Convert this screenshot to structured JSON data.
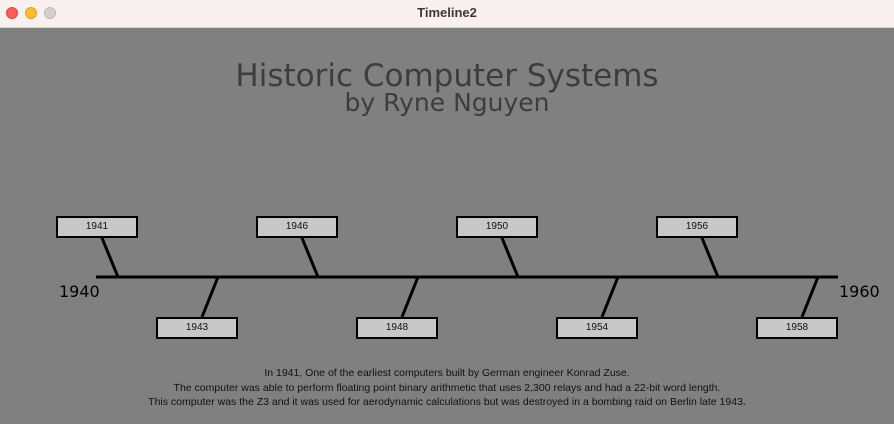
{
  "window": {
    "title": "Timeline2"
  },
  "heading": {
    "title": "Historic Computer Systems",
    "subtitle": "by Ryne Nguyen"
  },
  "timeline": {
    "start_label": "1940",
    "end_label": "1960",
    "events_above": [
      {
        "year": "1941"
      },
      {
        "year": "1946"
      },
      {
        "year": "1950"
      },
      {
        "year": "1956"
      }
    ],
    "events_below": [
      {
        "year": "1943"
      },
      {
        "year": "1948"
      },
      {
        "year": "1954"
      },
      {
        "year": "1958"
      }
    ]
  },
  "description": {
    "line1": "In 1941, One of the earliest computers built by German engineer Konrad Zuse.",
    "line2": "The computer was able to perform floating point binary arithmetic that uses 2,300 relays and had a 22-bit word length.",
    "line3": "This computer was the Z3 and it was used for aerodynamic calculations but was destroyed in a bombing raid on Berlin late 1943."
  }
}
